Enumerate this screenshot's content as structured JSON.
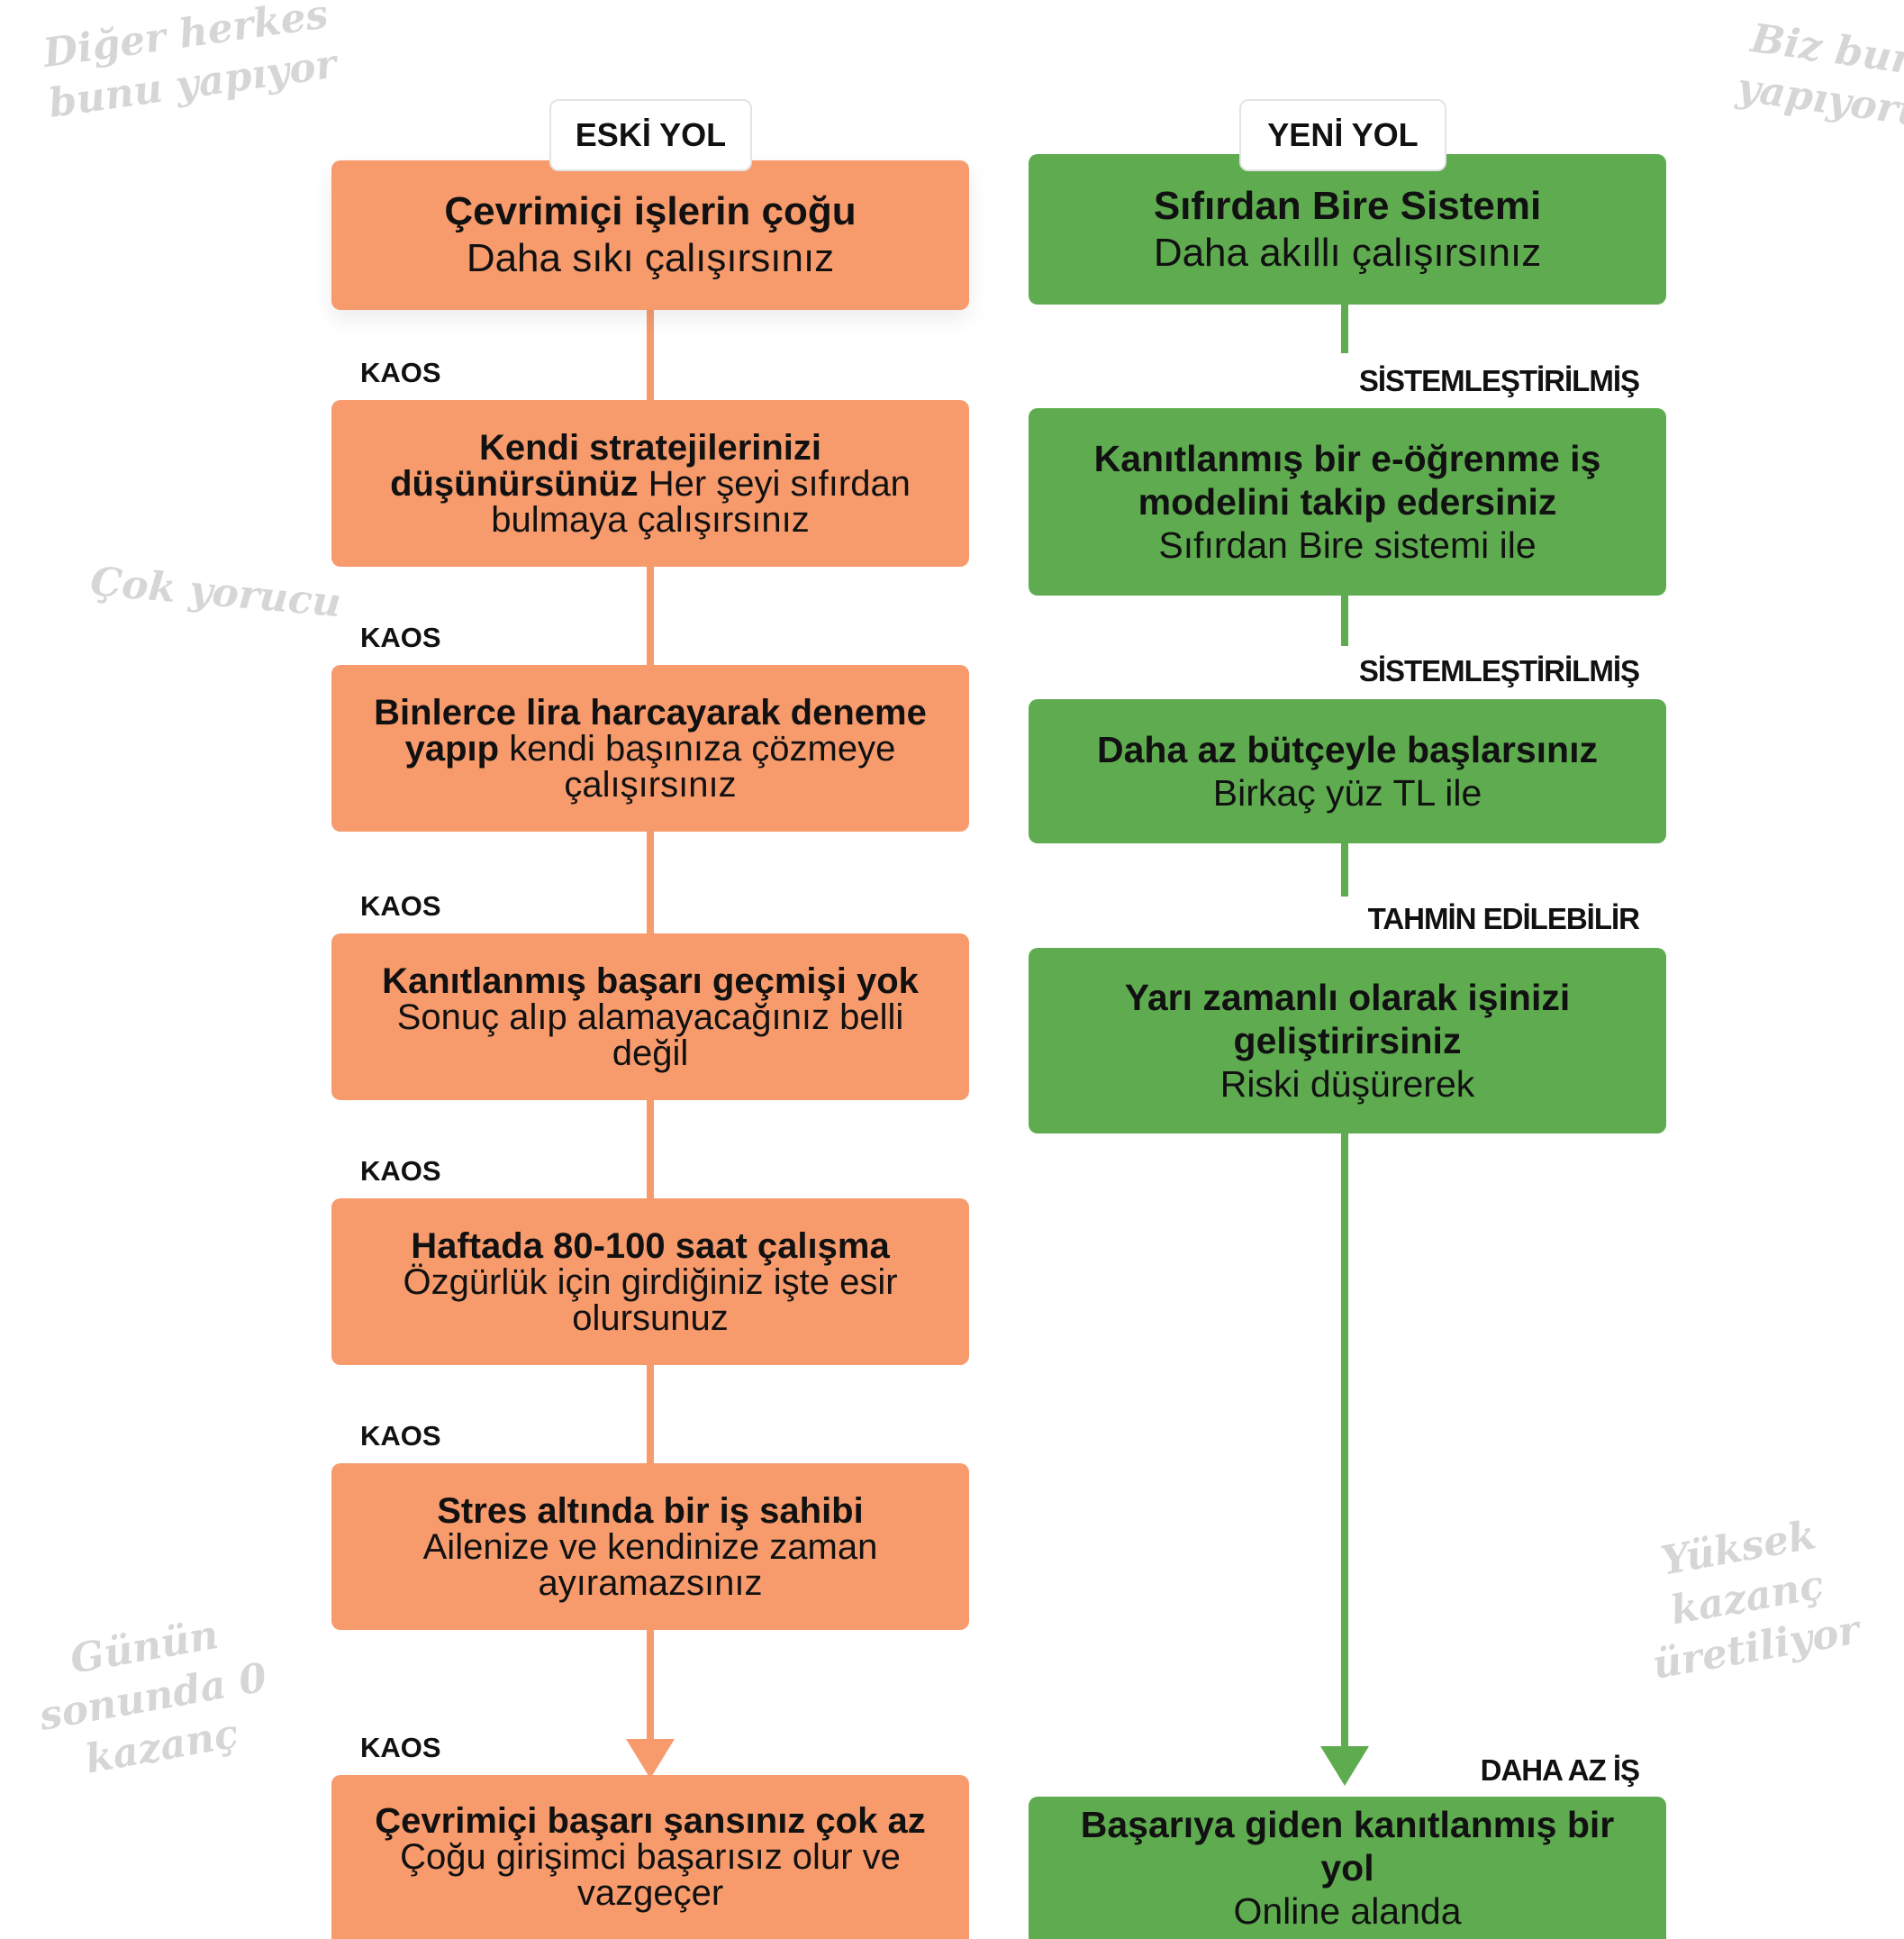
{
  "annotations": {
    "top_left": "Diğer herkes bunu yapıyor",
    "top_right": "Biz bunu yapıyoruz",
    "mid_left": "Çok yorucu",
    "bottom_left": "Günün sonunda 0 kazanç",
    "bottom_right": "Yüksek kazanç üretiliyor"
  },
  "old_way": {
    "tag": "ESKİ YOL",
    "step_label": "KAOS",
    "steps": [
      {
        "title": "Çevrimiçi işlerin çoğu",
        "subtitle": "Daha sıkı çalışırsınız"
      },
      {
        "title": "Kendi stratejilerinizi düşünürsünüz",
        "subtitle": "Her şeyi sıfırdan bulmaya çalışırsınız"
      },
      {
        "title": "Binlerce lira harcayarak deneme yapıp",
        "subtitle": "kendi başınıza çözmeye çalışırsınız"
      },
      {
        "title": "Kanıtlanmış başarı geçmişi yok",
        "subtitle": "Sonuç alıp alamayacağınız belli değil"
      },
      {
        "title": "Haftada 80-100 saat çalışma",
        "subtitle": "Özgürlük için girdiğiniz işte esir olursunuz"
      },
      {
        "title": "Stres altında bir iş sahibi",
        "subtitle": "Ailenize ve kendinize zaman ayıramazsınız"
      },
      {
        "title": "Çevrimiçi başarı şansınız çok az",
        "subtitle": "Çoğu girişimci başarısız olur ve vazgeçer"
      }
    ]
  },
  "new_way": {
    "tag": "YENİ YOL",
    "steps": [
      {
        "title": "Sıfırdan Bire Sistemi",
        "subtitle": "Daha akıllı çalışırsınız"
      },
      {
        "title": "Kanıtlanmış bir e-öğrenme iş modelini takip edersiniz",
        "subtitle": "Sıfırdan Bire sistemi ile"
      },
      {
        "title": "Daha az bütçeyle başlarsınız",
        "subtitle": "Birkaç yüz TL ile"
      },
      {
        "title": "Yarı zamanlı olarak işinizi geliştirirsiniz",
        "subtitle": "Riski düşürerek"
      },
      {
        "title": "Başarıya giden kanıtlanmış bir yol",
        "subtitle": "Online alanda"
      }
    ],
    "labels": [
      "SİSTEMLEŞTİRİLMİŞ",
      "SİSTEMLEŞTİRİLMİŞ",
      "TAHMİN EDİLEBİLİR",
      "DAHA AZ İŞ"
    ]
  }
}
